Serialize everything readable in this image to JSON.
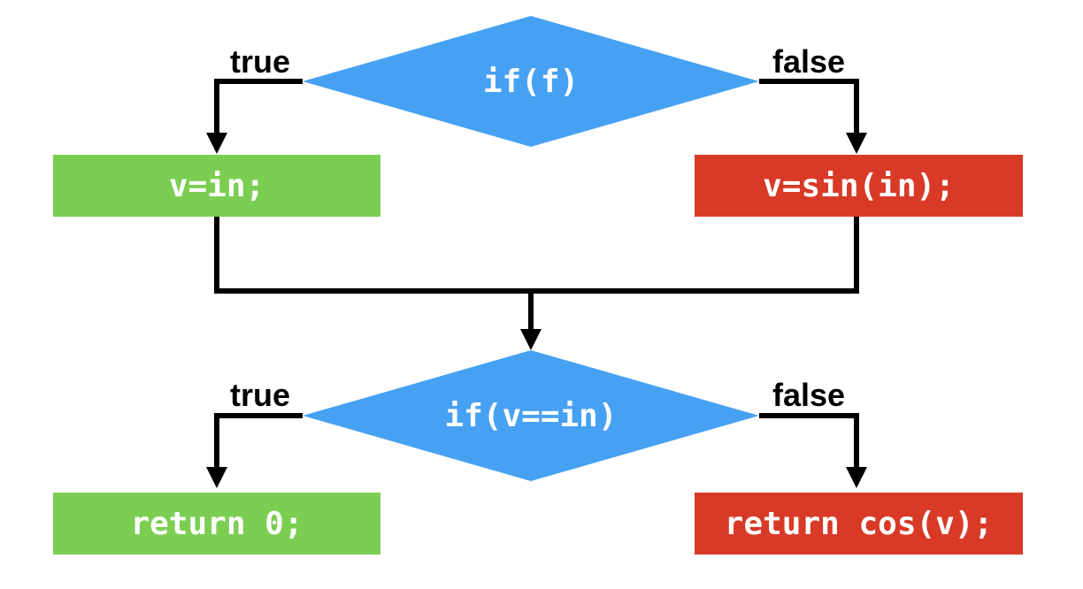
{
  "flowchart": {
    "decision1": {
      "label": "if(f)",
      "true_label": "true",
      "false_label": "false"
    },
    "process_true1": {
      "label": "v=in;"
    },
    "process_false1": {
      "label": "v=sin(in);"
    },
    "decision2": {
      "label": "if(v==in)",
      "true_label": "true",
      "false_label": "false"
    },
    "process_true2": {
      "label": "return 0;"
    },
    "process_false2": {
      "label": "return cos(v);"
    }
  },
  "colors": {
    "decision_fill": "#47A1F2",
    "true_branch_fill": "#7CCE53",
    "false_branch_fill": "#D83A27",
    "connector": "#000000",
    "node_text": "#FFFFFF",
    "branch_label_text": "#000000",
    "background": "#FFFFFF"
  }
}
